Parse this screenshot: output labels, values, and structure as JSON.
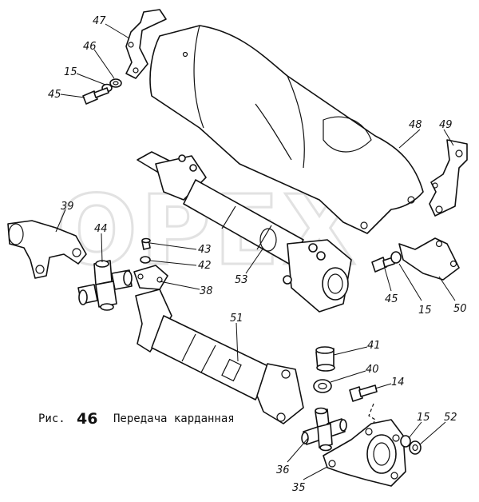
{
  "watermark": {
    "text": "OPEX"
  },
  "caption": {
    "prefix": "Рис.",
    "number": "46",
    "title": "Передача карданная"
  },
  "callouts": {
    "c47": "47",
    "c46": "46",
    "c15a": "15",
    "c45a": "45",
    "c48": "48",
    "c49": "49",
    "c39": "39",
    "c44": "44",
    "c43": "43",
    "c42": "42",
    "c38": "38",
    "c53": "53",
    "c45b": "45",
    "c15b": "15",
    "c50": "50",
    "c51": "51",
    "c41": "41",
    "c40": "40",
    "c14": "14",
    "c15c": "15",
    "c52": "52",
    "c36": "36",
    "c35": "35"
  }
}
